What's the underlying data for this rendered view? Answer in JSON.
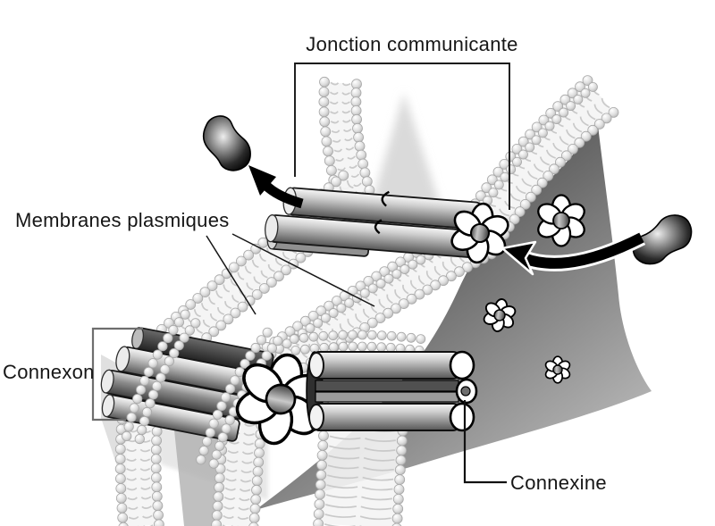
{
  "diagram": {
    "title": "Jonction communicante",
    "labels": {
      "junction": "Jonction communicante",
      "membranes": "Membranes plasmiques",
      "connexon": "Connexon",
      "connexine": "Connexine"
    },
    "colors": {
      "background": "#ffffff",
      "text": "#161616",
      "outline": "#000000",
      "membrane_head_light": "#ffffff",
      "membrane_head_dark": "#b4b4b4",
      "membrane_tail": "#c9c9c9",
      "cylinder_light": "#f7f7f7",
      "cylinder_dark": "#555555",
      "surface_dark": "#2e2e2e",
      "surface_light": "#c2c2c2",
      "molecule_dark": "#000000"
    }
  }
}
